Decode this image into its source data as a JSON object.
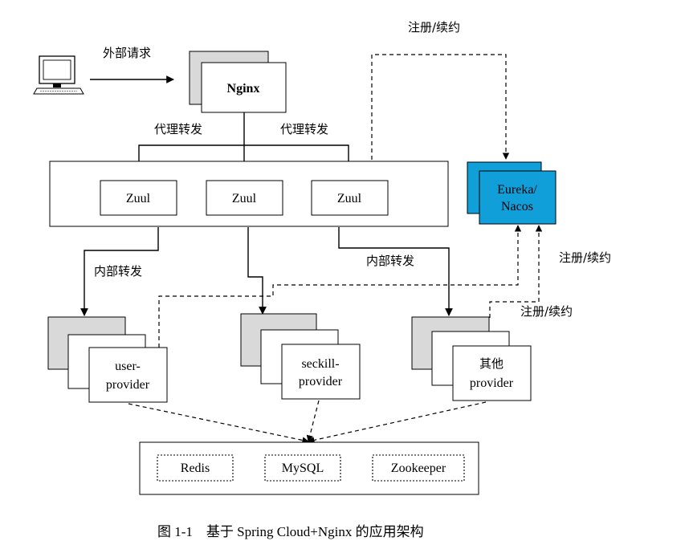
{
  "labels": {
    "external_request": "外部请求",
    "nginx": "Nginx",
    "proxy_forward": "代理转发",
    "zuul": "Zuul",
    "register_renew": "注册/续约",
    "eureka_line1": "Eureka/",
    "eureka_line2": "Nacos",
    "internal_forward": "内部转发",
    "user_provider_line1": "user-",
    "user_provider_line2": "provider",
    "seckill_provider_line1": "seckill-",
    "seckill_provider_line2": "provider",
    "other_provider_line1": "其他",
    "other_provider_line2": "provider",
    "redis": "Redis",
    "mysql": "MySQL",
    "zookeeper": "Zookeeper",
    "caption": "图 1-1　基于 Spring Cloud+Nginx 的应用架构"
  },
  "colors": {
    "eureka_fill": "#119fd9",
    "shadow_fill": "#d9d9d9",
    "stroke": "#000000"
  }
}
